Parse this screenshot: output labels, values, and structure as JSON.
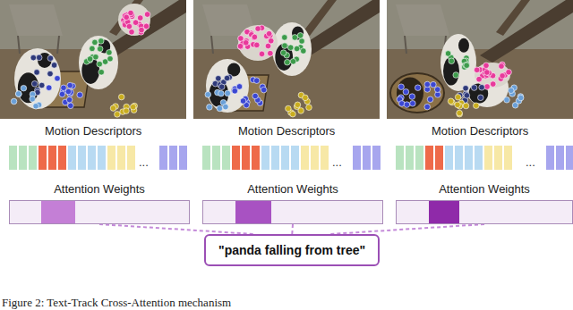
{
  "diagram": {
    "caption": "Figure 2: Text-Track Cross-Attention mechanism",
    "nodes": [
      {
        "text": [
          "Attention Weights"
        ]
      },
      {
        "text": [
          "Attention Weights"
        ]
      },
      {
        "text": [
          "Attention Weights"
        ]
      },
      {
        "text": [
          "\"panda falling from tree\""
        ]
      }
    ],
    "edges": [
      {
        "from": 0,
        "to": 3,
        "arrow": "none"
      },
      {
        "from": 1,
        "to": 3,
        "arrow": "none"
      },
      {
        "from": 2,
        "to": 3,
        "arrow": "none"
      }
    ],
    "labels": [
      "Motion Descriptors",
      "...",
      "Motion Descriptors",
      "...",
      "Motion Descriptors",
      "..."
    ]
  }
}
